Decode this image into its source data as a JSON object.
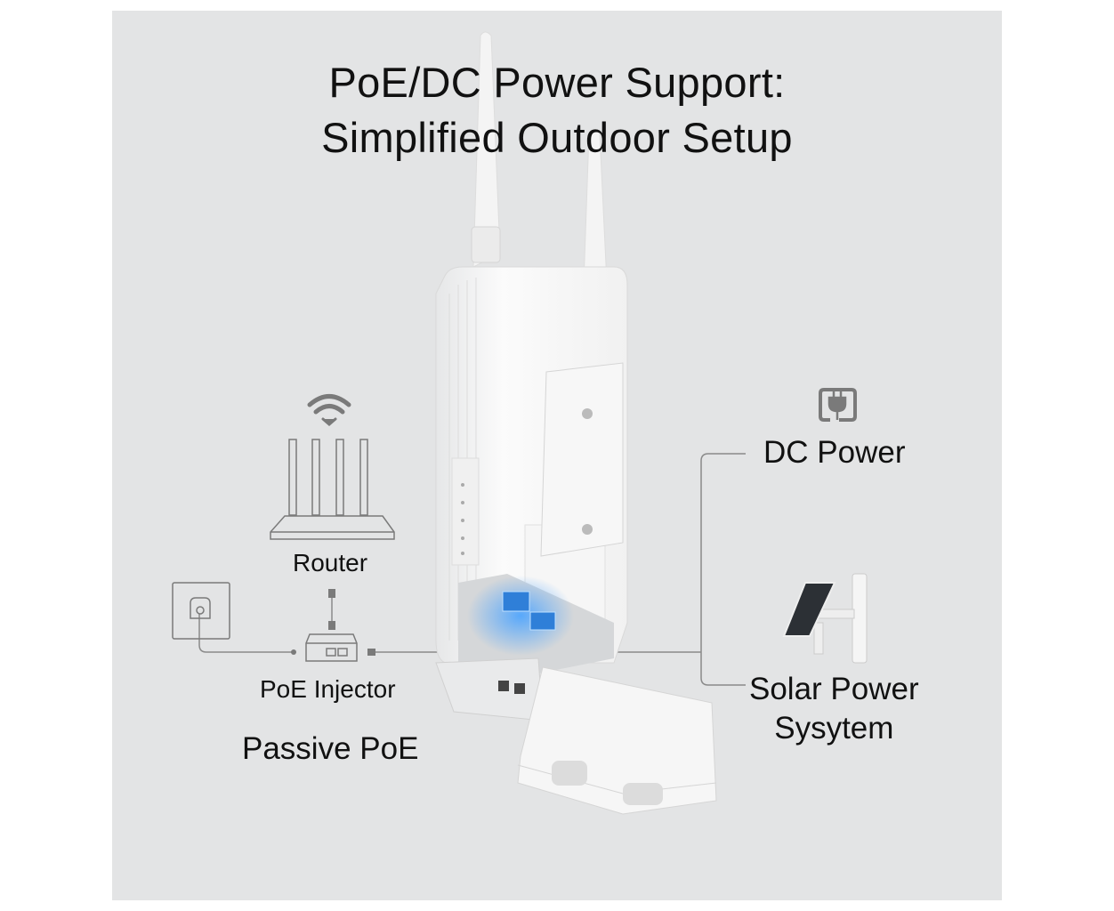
{
  "title": {
    "line1": "PoE/DC Power Support:",
    "line2": "Simplified Outdoor Setup"
  },
  "labels": {
    "router": "Router",
    "poe_injector": "PoE Injector",
    "passive_poe": "Passive PoE",
    "dc_power": "DC Power",
    "solar_line1": "Solar Power",
    "solar_line2": "Sysytem"
  },
  "icons": [
    "wifi-icon",
    "router-icon",
    "wall-outlet-icon",
    "poe-injector-icon",
    "plug-icon",
    "solar-panel-icon",
    "access-point-device"
  ],
  "colors": {
    "background": "#e3e4e5",
    "line": "#8a8a8a",
    "icon": "#7a7a7a",
    "port_glow": "#3a8fe0"
  }
}
